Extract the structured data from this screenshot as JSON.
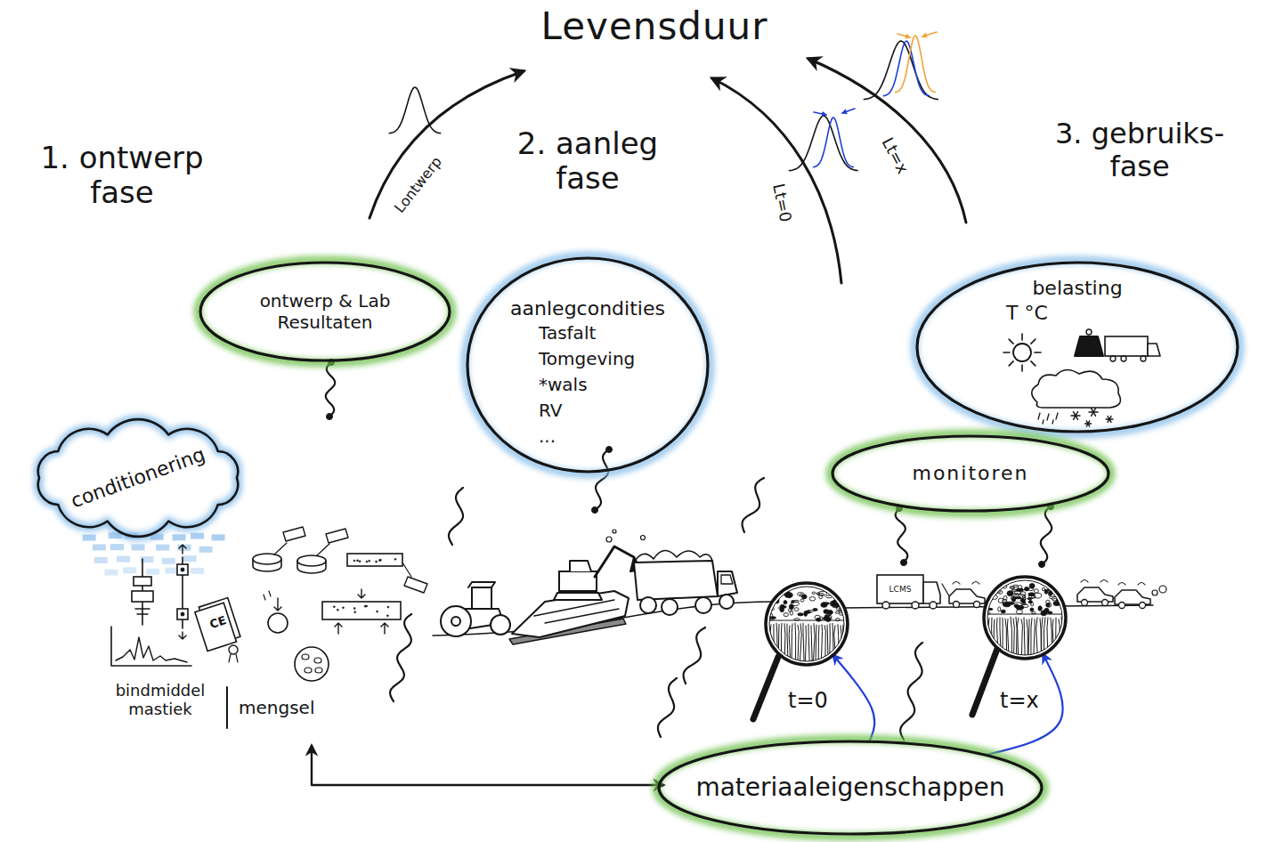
{
  "diagram": {
    "title": "Levensduur",
    "nodes": [
      {
        "text": [
          "ontwerp & Lab Resultaten"
        ]
      },
      {
        "text": [
          "aanlegcondities",
          "Tasfalt",
          "Tomgeving",
          "*wals",
          "RV",
          "..."
        ]
      },
      {
        "text": [
          "belasting",
          "T °C"
        ]
      },
      {
        "text": [
          "conditionering"
        ]
      },
      {
        "text": [
          "monitoren"
        ]
      },
      {
        "text": [
          "t=0"
        ]
      },
      {
        "text": [
          "t=x"
        ]
      },
      {
        "text": [
          "materiaaleigenschappen"
        ]
      }
    ],
    "edges": [
      {
        "from": 7,
        "to": 5,
        "arrow": "to"
      },
      {
        "from": 7,
        "to": 6,
        "arrow": "to"
      }
    ],
    "labels": [
      "1. ontwerp fase",
      "2. aanleg fase",
      "3. gebruiks- fase",
      "Lontwerp",
      "Lt=0",
      "Lt=x",
      "bindmiddel mastiek",
      "mengsel",
      "CE",
      "LCMS"
    ]
  }
}
